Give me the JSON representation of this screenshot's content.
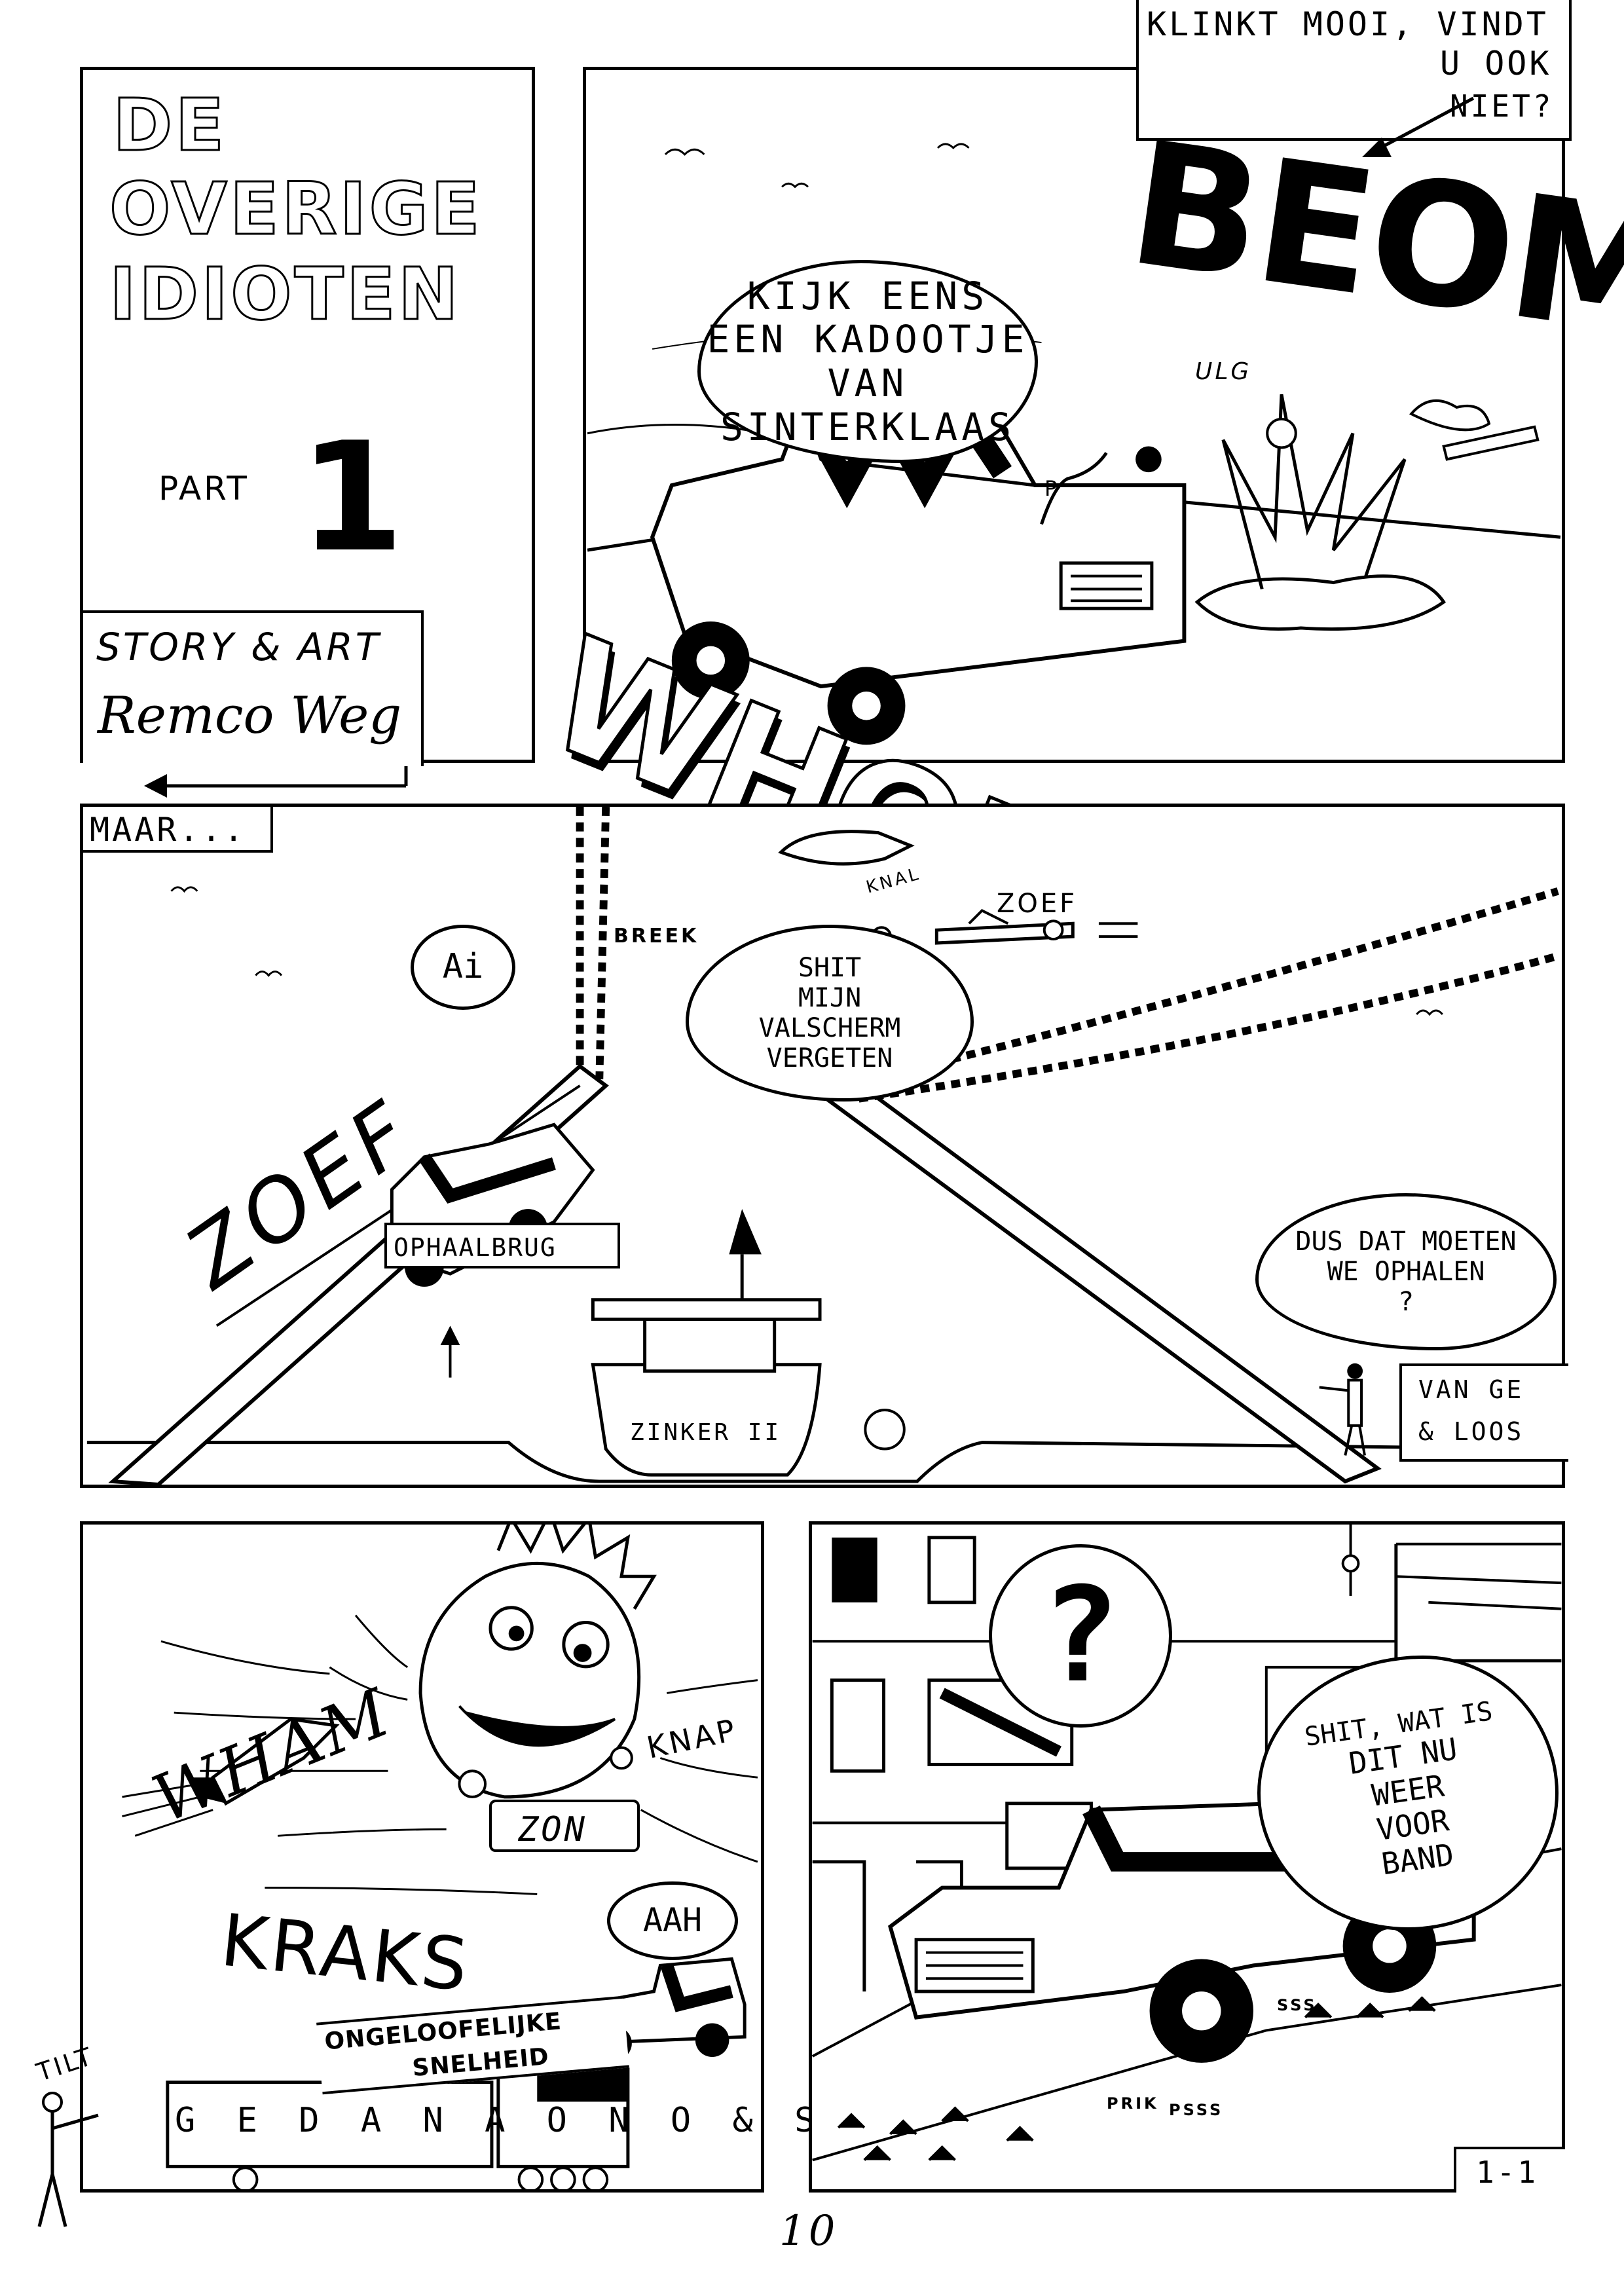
{
  "title_block": {
    "title_line1": "DE",
    "title_line2": "OVERIGE",
    "title_line3": "IDIOTEN",
    "part_label": "PART",
    "part_number": "1",
    "credit_label": "STORY & ART",
    "credit_name": "Remco Weg"
  },
  "panel_explosion": {
    "caption": [
      "KLINKT MOOI, VINDT",
      "U OOK",
      "NIET?"
    ],
    "sfx_boom": "BEOM",
    "sfx_whoem": "WHOEM",
    "speech": [
      "KIJK EENS",
      "EEN KADOOTJE",
      "VAN SINTERKLAAS"
    ],
    "sfx_ulg": "ULG",
    "sfx_p": "P"
  },
  "panel_bridge": {
    "caption": "MAAR...",
    "speech_ai": "Ai",
    "sfx_breek": "BREEK",
    "sfx_knal": "KNAL",
    "sfx_zoef_plane": "ZOEF",
    "speech_parachute": [
      "SHIT",
      "MIJN",
      "VALSCHERM",
      "VERGETEN"
    ],
    "sfx_zoef_car": "ZOEF",
    "label_bridge": "OPHAALBRUG",
    "label_ship": "ZINKER II",
    "speech_police": [
      "DUS DAT MOETEN",
      "WE OPHALEN",
      "?"
    ],
    "truck_sign": [
      "VAN GE",
      "& LOOS"
    ]
  },
  "panel_sun": {
    "sfx_wham": "WHAM",
    "sfx_knap": "KNAP",
    "label_zon": "ZON",
    "speech_aah": "AAH",
    "sfx_kraks": "KRAKS",
    "label_speed_1": "ONGELOOFELIJKE",
    "label_speed_2": "SNELHEID",
    "sfx_tilt": "TILT",
    "sign_letters": "G E D A N  A O N O & S"
  },
  "panel_street": {
    "speech_question": "?",
    "speech_shit": [
      "SHIT, WAT IS",
      "DIT NU",
      "WEER",
      "VOOR",
      "BAND"
    ],
    "sfx_prik": "PRIK",
    "sfx_psss": "PSSS",
    "sfx_sss": "SSS",
    "page_code": "1-1"
  },
  "page_number": "10"
}
